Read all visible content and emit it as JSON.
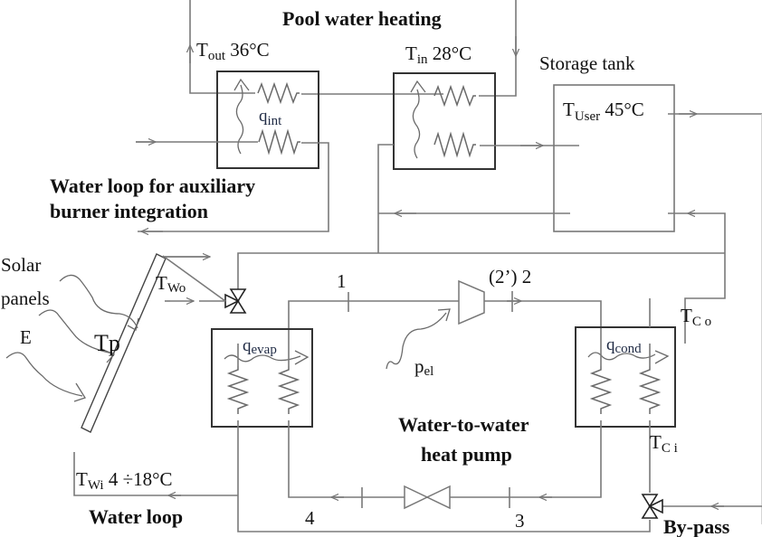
{
  "titles": {
    "pool": "Pool water heating",
    "storage": "Storage tank",
    "aux_line1": "Water loop for auxiliary",
    "aux_line2": "burner integration",
    "hp_line1": "Water-to-water",
    "hp_line2": "heat pump",
    "water_loop": "Water loop",
    "bypass": "By-pass",
    "solar_line1": "Solar",
    "solar_line2": "panels"
  },
  "temperatures": {
    "t_out": {
      "main": "T",
      "sub": "out",
      "value": " 36°C"
    },
    "t_in": {
      "main": "T",
      "sub": "in",
      "value": " 28°C"
    },
    "t_user": {
      "main": "T",
      "sub": "User",
      "value": " 45°C"
    },
    "t_wo": {
      "main": "T",
      "sub": "Wo",
      "value": ""
    },
    "t_wi": {
      "main": "T",
      "sub": "Wi",
      "value": " 4 ÷18°C"
    },
    "t_co": {
      "main": "T",
      "sub": "C o",
      "value": ""
    },
    "t_ci": {
      "main": "T",
      "sub": "C i",
      "value": ""
    },
    "t_p": {
      "main": "T",
      "sub": "p",
      "value": ""
    }
  },
  "heat_flows": {
    "q_int": {
      "main": "q",
      "sub": "int"
    },
    "q_evap": {
      "main": "q",
      "sub": "evap"
    },
    "q_cond": {
      "main": "q",
      "sub": "cond"
    },
    "p_el": {
      "main": "p",
      "sub": "el"
    }
  },
  "irradiance": "E",
  "state_points": {
    "p1": "1",
    "p2": "(2’) 2",
    "p3": "3",
    "p4": "4"
  }
}
